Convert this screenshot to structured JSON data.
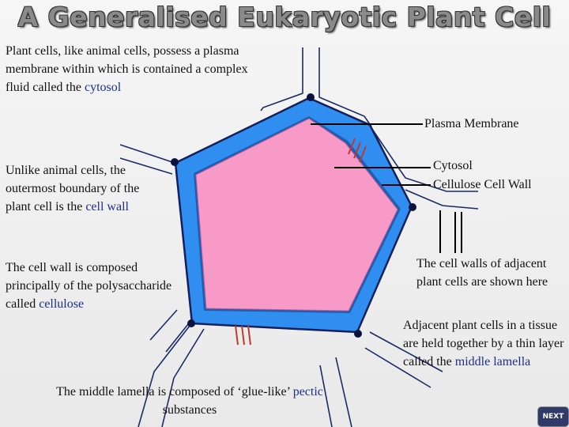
{
  "title": "A Generalised Eukaryotic Plant Cell",
  "paragraphs": {
    "p1": {
      "text": "Plant cells, like animal cells, possess a plasma membrane within which is contained a complex fluid called the ",
      "highlight": "cytosol"
    },
    "p2": {
      "text": "Unlike animal cells, the outermost boundary of the plant cell is the ",
      "highlight": "cell wall"
    },
    "p3": {
      "text": "The cell wall is composed principally of the polysaccharide called ",
      "highlight": "cellulose"
    },
    "p4": {
      "text": "The middle lamella is composed of ‘glue-like’ ",
      "highlight": "pectic",
      "text_after": " substances"
    },
    "p5": {
      "text": "The cell walls of adjacent plant cells are shown here"
    },
    "p6": {
      "text": "Adjacent plant cells in a tissue are held together by a thin layer called the ",
      "highlight": "middle lamella"
    }
  },
  "labels": {
    "plasma_membrane": "Plasma Membrane",
    "cytosol": "Cytosol",
    "cell_wall": "Cellulose Cell Wall"
  },
  "next_button": "NEXT",
  "colors": {
    "cytosol": "#f79ac8",
    "cell_wall": "#2f8ef0",
    "highlight_text": "#1d2f8a",
    "wall_marks": "#c0392b"
  }
}
